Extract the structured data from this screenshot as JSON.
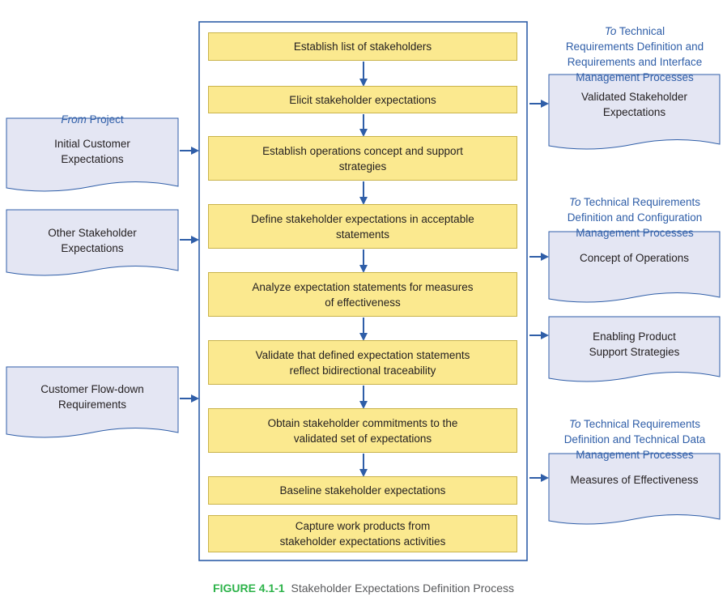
{
  "steps": [
    "Establish list of stakeholders",
    "Elicit stakeholder expectations",
    "Establish operations concept and support\nstrategies",
    "Define stakeholder expectations in acceptable\nstatements",
    "Analyze expectation statements for measures\nof effectiveness",
    "Validate that defined expectation statements\nreflect bidirectional traceability",
    "Obtain stakeholder commitments to the\nvalidated set of expectations",
    "Baseline stakeholder expectations",
    "Capture work products from\nstakeholder expectations activities"
  ],
  "inputs": {
    "header_lead": "From",
    "header_rest": " Project",
    "items": [
      "Initial Customer\nExpectations",
      "Other Stakeholder\nExpectations",
      "Customer Flow-down\nRequirements"
    ]
  },
  "destinations": [
    {
      "lead": "To",
      "rest": " Technical\nRequirements Definition and\nRequirements and Interface\nManagement Processes"
    },
    {
      "lead": "To",
      "rest": " Technical Requirements\nDefinition and Configuration\nManagement Processes"
    },
    {
      "lead": "To",
      "rest": " Technical Requirements\nDefinition and Technical Data\nManagement Processes"
    }
  ],
  "outputs": [
    "Validated Stakeholder\nExpectations",
    "Concept of Operations",
    "Enabling Product\nSupport Strategies",
    "Measures of Effectiveness"
  ],
  "caption": {
    "number": "FIGURE 4.1-1",
    "title": "Stakeholder Expectations Definition Process"
  },
  "colors": {
    "step_fill": "#fbe98f",
    "doc_fill": "#e4e6f3",
    "frame_and_arrows": "#2f5ea8",
    "caption_number": "#2db34a"
  }
}
